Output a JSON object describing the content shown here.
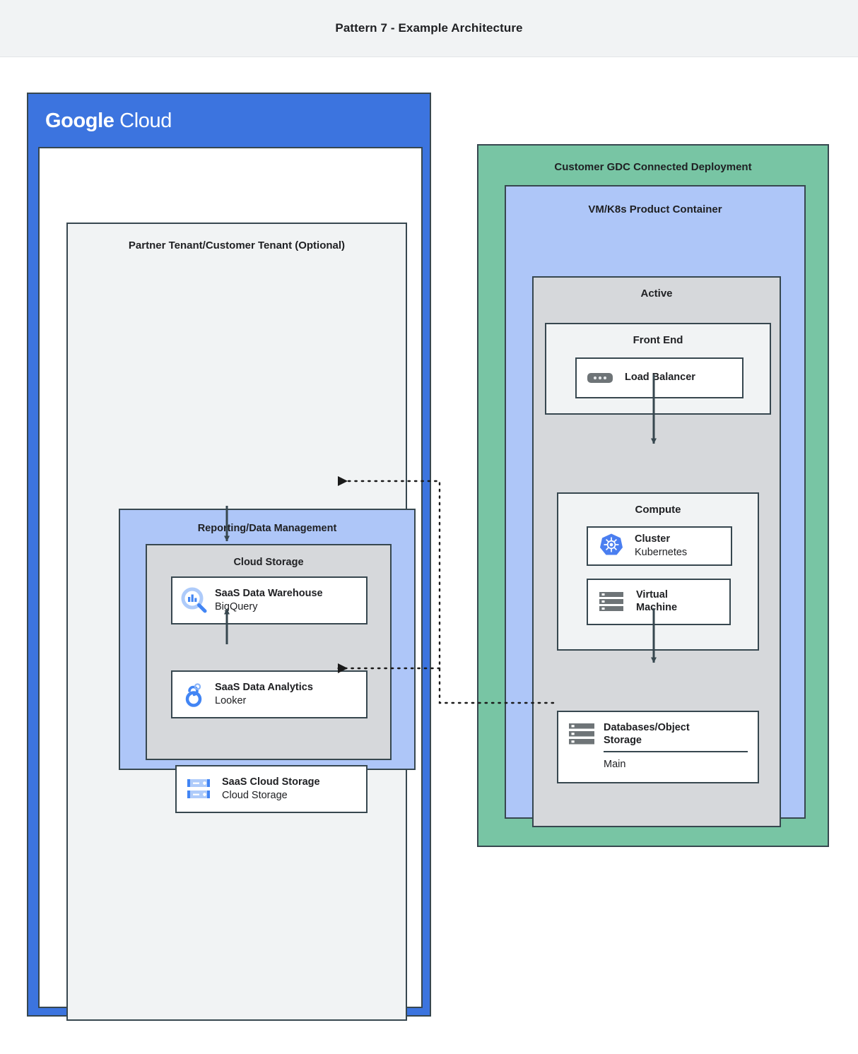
{
  "header": {
    "title": "Pattern 7 - Example Architecture",
    "background": "#f1f3f4"
  },
  "colors": {
    "google_blue": "#3c74df",
    "container_blue": "#aec6f8",
    "container_green": "#78c5a4",
    "container_gray": "#d6d8db",
    "container_light_gray": "#f1f3f4",
    "border": "#37474f",
    "icon_blue": "#4285f4",
    "icon_blue_light": "#aecbfa",
    "icon_gray": "#6e7477"
  },
  "google_cloud": {
    "logo_word1": "Google",
    "logo_word2": "Cloud",
    "tenant": {
      "title": "Partner Tenant/Customer Tenant (Optional)",
      "reporting": {
        "title": "Reporting/Data Management",
        "cloud_storage": {
          "title": "Cloud Storage",
          "nodes": [
            {
              "title": "SaaS Data Warehouse",
              "sub": "BigQuery",
              "icon": "bigquery-icon"
            },
            {
              "title": "SaaS Data Analytics",
              "sub": "Looker",
              "icon": "looker-icon"
            },
            {
              "title": "SaaS Cloud Storage",
              "sub": "Cloud Storage",
              "icon": "cloud-storage-icon"
            }
          ]
        }
      }
    }
  },
  "gdc": {
    "title": "Customer GDC Connected Deployment",
    "vmk8s": {
      "title": "VM/K8s Product Container",
      "active": {
        "title": "Active",
        "front_end": {
          "title": "Front End",
          "node": {
            "title": "Load Balancer",
            "sub": "",
            "icon": "load-balancer-icon"
          }
        },
        "compute": {
          "title": "Compute",
          "nodes": [
            {
              "title": "Cluster",
              "sub": "Kubernetes",
              "icon": "kubernetes-icon"
            },
            {
              "title": "Virtual",
              "sub": "Machine",
              "icon": "virtual-machine-icon"
            }
          ]
        },
        "database": {
          "title_line1": "Databases/Object",
          "title_line2": "Storage",
          "footer": "Main",
          "icon": "database-icon"
        }
      }
    }
  },
  "connectors": [
    {
      "name": "load-balancer-to-compute",
      "style": "solid",
      "direction": "down"
    },
    {
      "name": "compute-to-database",
      "style": "solid",
      "direction": "down"
    },
    {
      "name": "bigquery-to-looker",
      "style": "solid",
      "direction": "down"
    },
    {
      "name": "cloud-storage-to-looker",
      "style": "solid",
      "direction": "up"
    },
    {
      "name": "database-to-bigquery",
      "style": "dotted",
      "direction": "left"
    },
    {
      "name": "database-to-saas-cloud-storage",
      "style": "dotted",
      "direction": "left"
    }
  ]
}
